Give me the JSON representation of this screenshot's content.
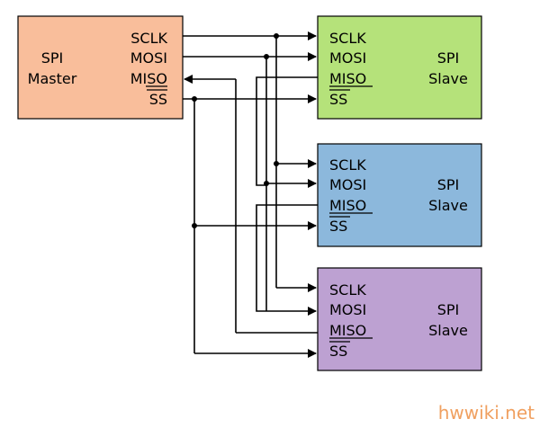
{
  "master": {
    "title_line1": "SPI",
    "title_line2": "Master",
    "color": "#f9be9b",
    "pins": [
      "SCLK",
      "MOSI",
      "MISO",
      "SS"
    ]
  },
  "slaves": [
    {
      "title_line1": "SPI",
      "title_line2": "Slave",
      "color": "#b5e27a",
      "pins": [
        "SCLK",
        "MOSI",
        "MISO",
        "SS"
      ]
    },
    {
      "title_line1": "SPI",
      "title_line2": "Slave",
      "color": "#8cb8dc",
      "pins": [
        "SCLK",
        "MOSI",
        "MISO",
        "SS"
      ]
    },
    {
      "title_line1": "SPI",
      "title_line2": "Slave",
      "color": "#bda1d2",
      "pins": [
        "SCLK",
        "MOSI",
        "MISO",
        "SS"
      ]
    }
  ],
  "watermark": {
    "text": "hwwiki.net",
    "color": "#f0a060"
  }
}
